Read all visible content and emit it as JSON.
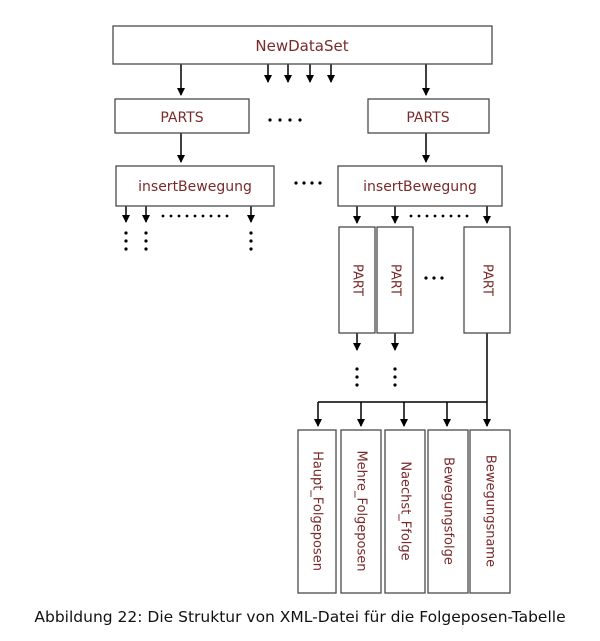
{
  "diagram": {
    "root": "NewDataSet",
    "parts": [
      "PARTS",
      "PARTS"
    ],
    "insert_bewegung": [
      "insertBewegung",
      "insertBewegung"
    ],
    "part_nodes": [
      "PART",
      "PART",
      "PART"
    ],
    "fields": [
      "Haupt_Folgeposen",
      "Mehre_Folgeposen",
      "Naechst_Ffolge",
      "Bewegungsfolge",
      "Bewegungsname"
    ]
  },
  "caption": "Abbildung 22: Die Struktur von XML-Datei für die Folgeposen-Tabelle",
  "colors": {
    "box_fill": "#ffffff",
    "box_stroke": "#4a4a4a",
    "label": "#7a2a2a",
    "line": "#000000"
  }
}
